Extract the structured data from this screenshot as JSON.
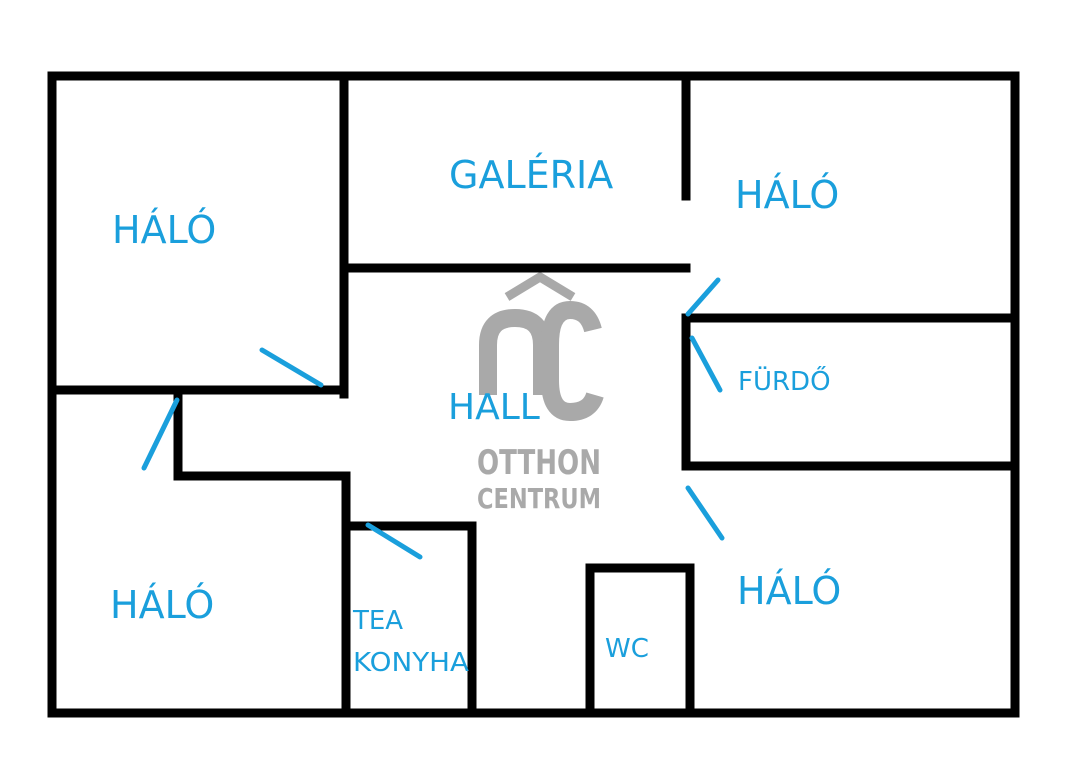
{
  "rooms": {
    "halo_top_left": "HÁLÓ",
    "galeria": "GALÉRIA",
    "halo_top_right": "HÁLÓ",
    "hall": "HALL",
    "furdo": "FÜRDŐ",
    "halo_bottom_left": "HÁLÓ",
    "tea_konyha_line1": "TEA",
    "tea_konyha_line2": "KONYHA",
    "wc": "WC",
    "halo_bottom_right": "HÁLÓ"
  },
  "watermark": {
    "monogram": "ÔC",
    "line1": "OTTHON",
    "line2": "CENTRUM"
  },
  "colors": {
    "walls": "#000000",
    "labels": "#1a9fdc",
    "doors": "#1a9fdc",
    "watermark": "#a9a9a9"
  }
}
